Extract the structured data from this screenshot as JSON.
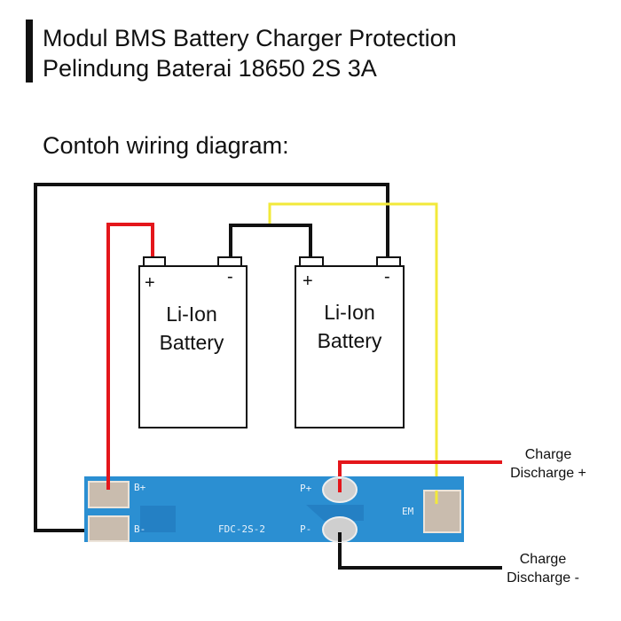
{
  "header": {
    "title_line1": "Modul BMS Battery Charger Protection",
    "title_line2": "Pelindung Baterai 18650 2S 3A"
  },
  "subtitle": "Contoh wiring diagram:",
  "batteries": [
    {
      "line1": "Li-Ion",
      "line2": "Battery",
      "plus": "+",
      "minus": "-"
    },
    {
      "line1": "Li-Ion",
      "line2": "Battery",
      "plus": "+",
      "minus": "-"
    }
  ],
  "pcb": {
    "model": "FDC-2S-2",
    "pads": {
      "b_plus": "B+",
      "b_minus": "B-",
      "p_plus": "P+",
      "p_minus": "P-",
      "em": "EM"
    },
    "color": "#2b8fd2"
  },
  "outputs": {
    "positive": {
      "line1": "Charge",
      "line2": "Discharge +"
    },
    "negative": {
      "line1": "Charge",
      "line2": "Discharge -"
    }
  },
  "wire_colors": {
    "red": "#e4161b",
    "black": "#111111",
    "yellow": "#f2e93a"
  }
}
